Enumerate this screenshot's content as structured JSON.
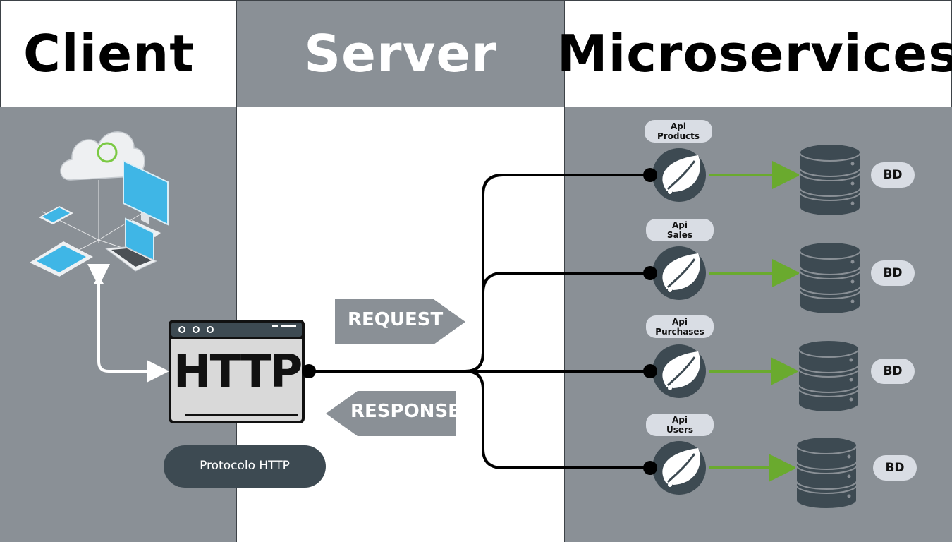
{
  "headers": {
    "client": "Client",
    "server": "Server",
    "microservices": "Microservices"
  },
  "http_box": {
    "label": "HTTP"
  },
  "protocol_label": "Protocolo HTTP",
  "request_label": "REQUEST",
  "response_label": "RESPONSE",
  "services": [
    {
      "api": "Api",
      "name": "Products",
      "db": "BD"
    },
    {
      "api": "Api",
      "name": "Sales",
      "db": "BD"
    },
    {
      "api": "Api",
      "name": "Purchases",
      "db": "BD"
    },
    {
      "api": "Api",
      "name": "Users",
      "db": "BD"
    }
  ],
  "colors": {
    "panel_gray": "#8a9096",
    "dark": "#3d4a52",
    "pill": "#d9dde4",
    "green": "#6aaa2e",
    "device_blue": "#3fb6e6"
  },
  "icons": [
    "cloud-icon",
    "monitor-icon",
    "laptop-icon",
    "tablet-icon",
    "phone-icon",
    "spring-leaf-icon",
    "database-icon"
  ]
}
